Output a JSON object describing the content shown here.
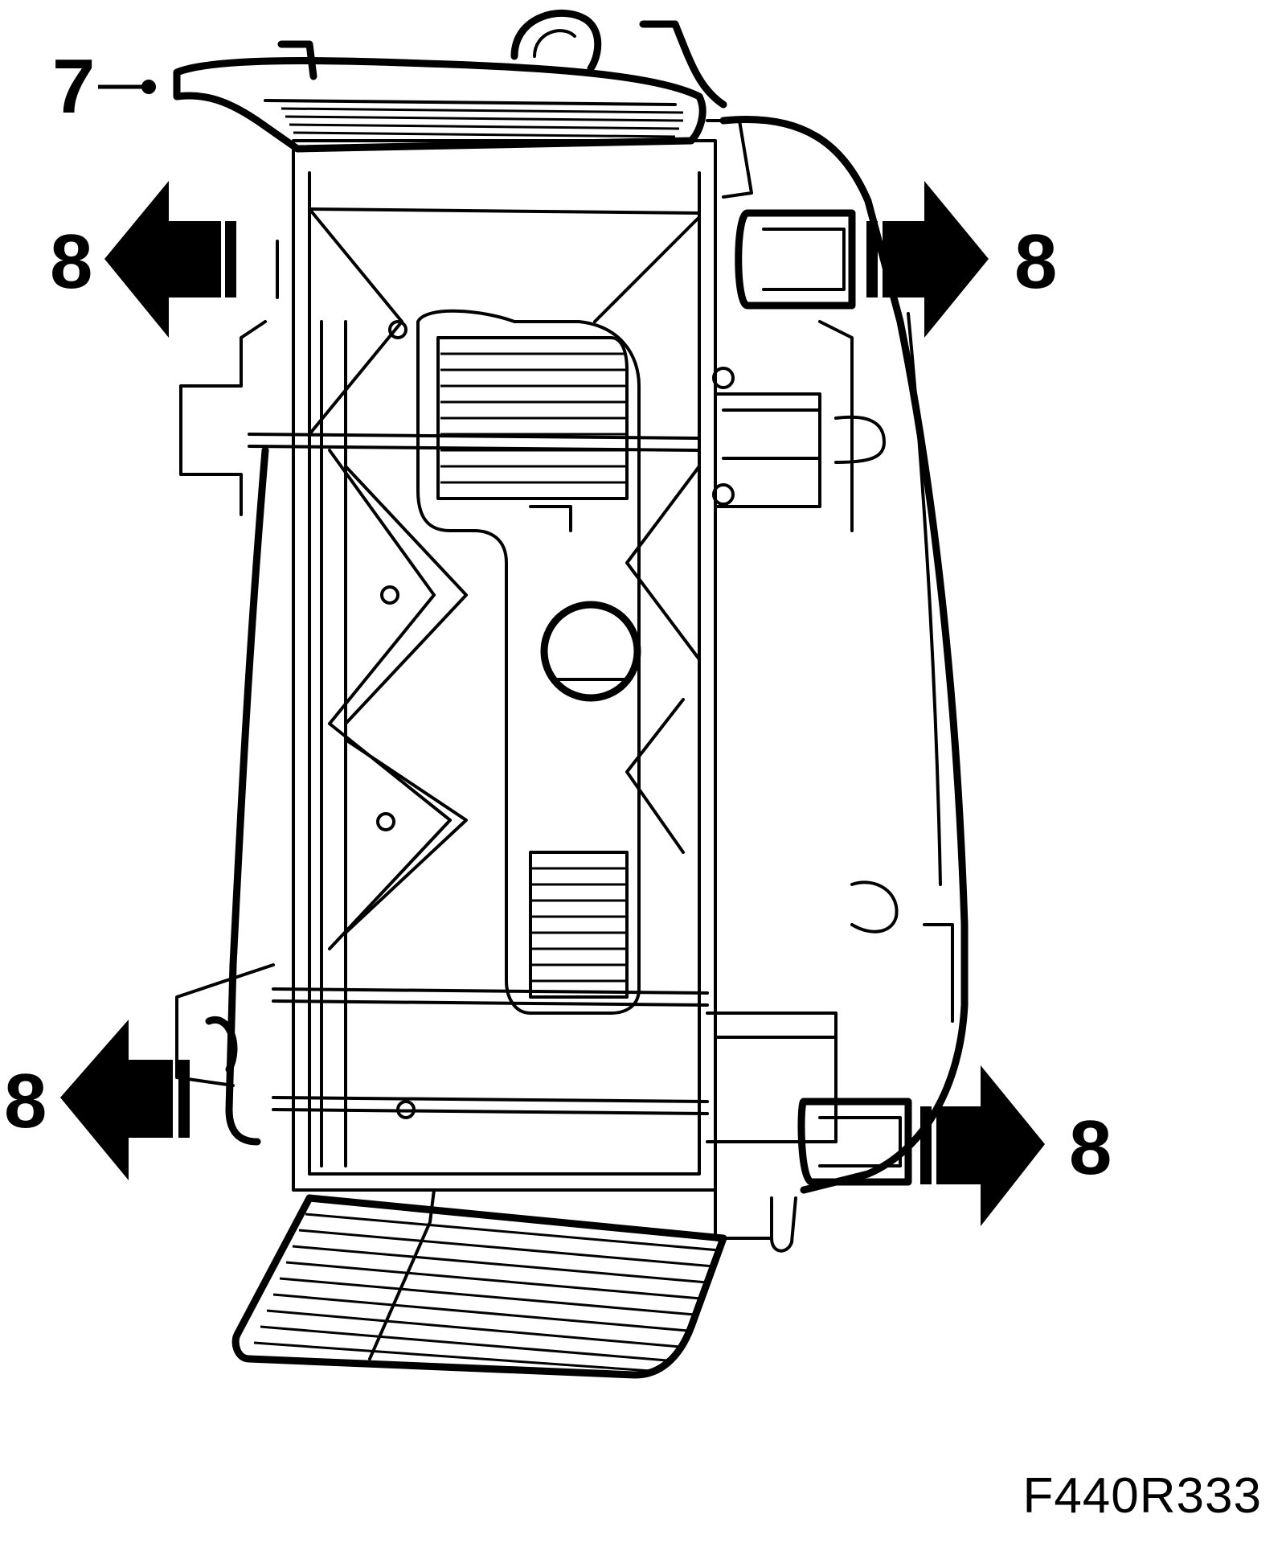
{
  "callouts": {
    "top_left": "7",
    "mid_left": "8",
    "mid_right": "8",
    "bottom_left": "8",
    "bottom_right": "8"
  },
  "figure_code": "F440R333"
}
